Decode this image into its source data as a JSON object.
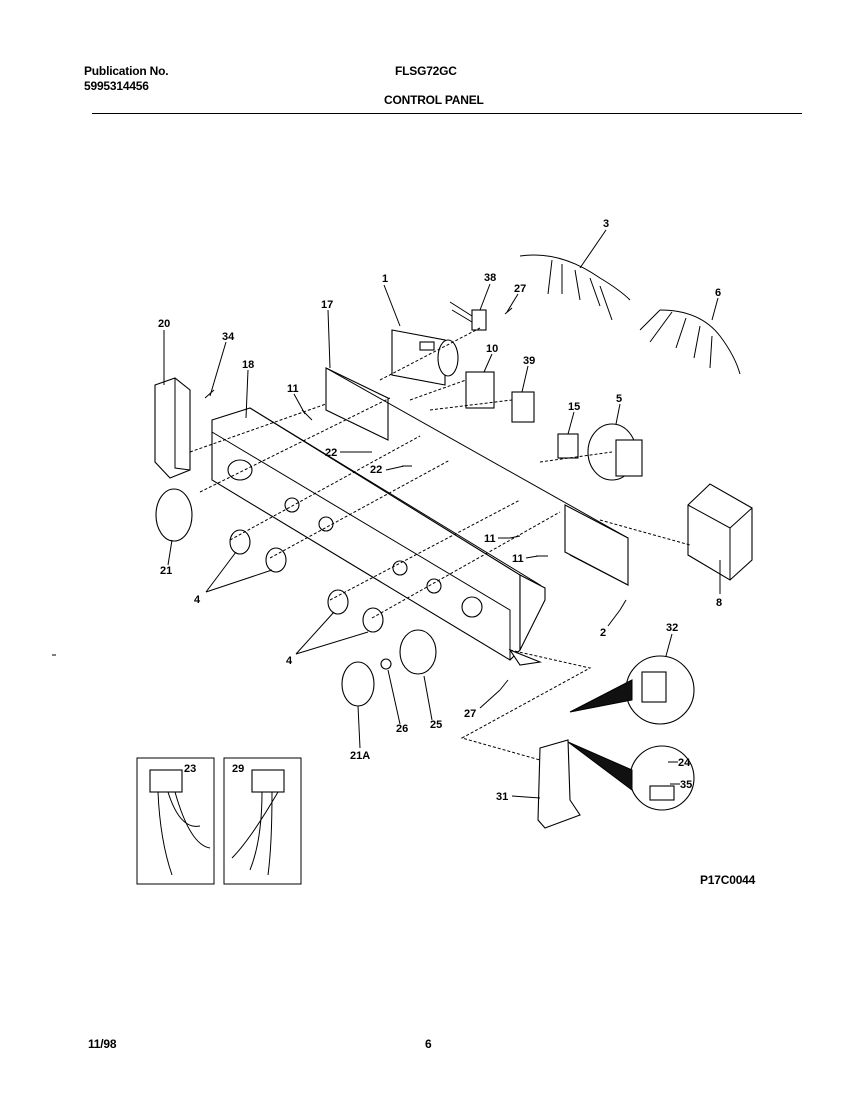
{
  "header": {
    "publication_label": "Publication No.",
    "publication_number": "5995314456",
    "model": "FLSG72GC",
    "section_title": "CONTROL PANEL"
  },
  "diagram": {
    "callouts": [
      "1",
      "2",
      "3",
      "4",
      "4",
      "5",
      "6",
      "8",
      "10",
      "11",
      "11",
      "11",
      "15",
      "17",
      "18",
      "20",
      "21",
      "21A",
      "22",
      "22",
      "23",
      "24",
      "25",
      "26",
      "27",
      "27",
      "29",
      "31",
      "32",
      "34",
      "35",
      "38",
      "39"
    ],
    "drawing_number": "P17C0044"
  },
  "footer": {
    "date": "11/98",
    "page": "6"
  }
}
